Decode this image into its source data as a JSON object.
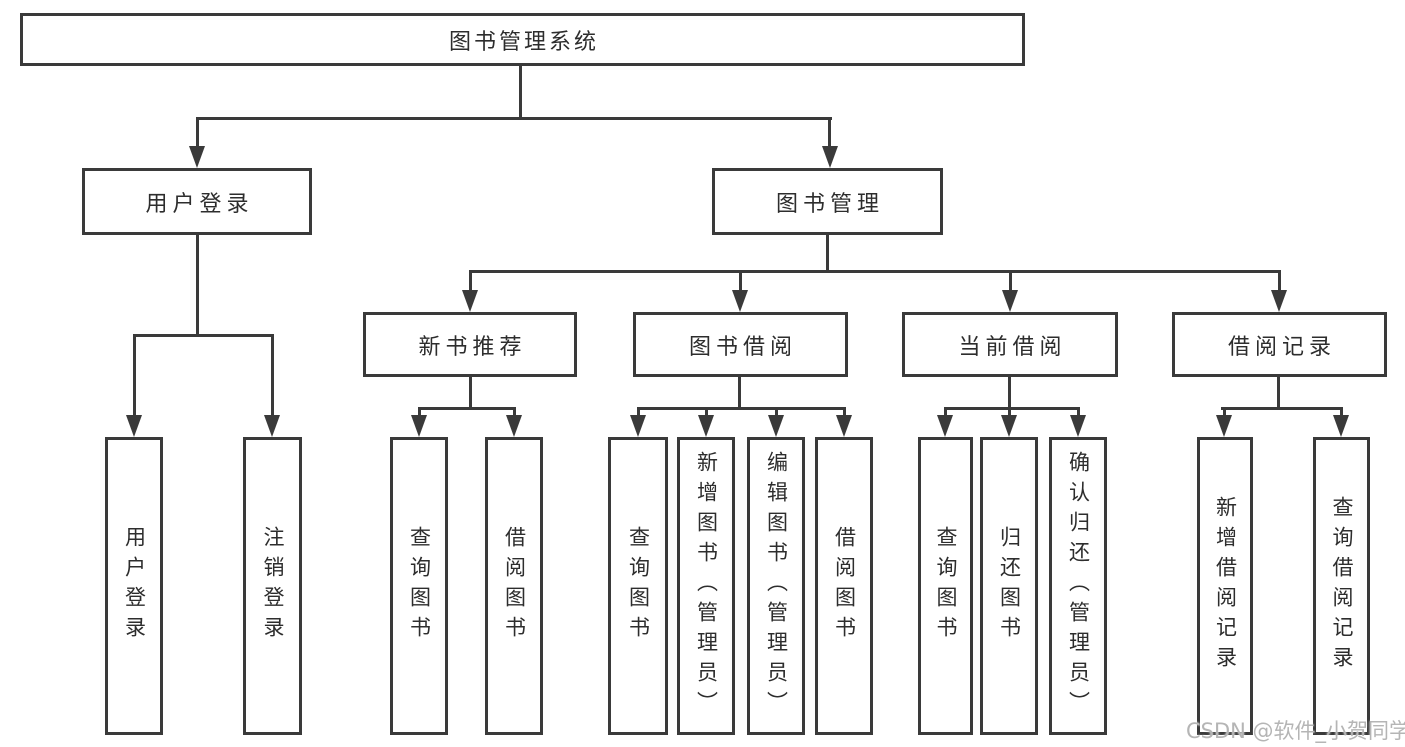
{
  "tree": {
    "label": "图书管理系统",
    "children": [
      {
        "label": "用户登录",
        "children": [
          {
            "label": "用户登录"
          },
          {
            "label": "注销登录"
          }
        ]
      },
      {
        "label": "图书管理",
        "children": [
          {
            "label": "新书推荐",
            "children": [
              {
                "label": "查询图书"
              },
              {
                "label": "借阅图书"
              }
            ]
          },
          {
            "label": "图书借阅",
            "children": [
              {
                "label": "查询图书"
              },
              {
                "label": "新增图书（管理员）"
              },
              {
                "label": "编辑图书（管理员）"
              },
              {
                "label": "借阅图书"
              }
            ]
          },
          {
            "label": "当前借阅",
            "children": [
              {
                "label": "查询图书"
              },
              {
                "label": "归还图书"
              },
              {
                "label": "确认归还（管理员）"
              }
            ]
          },
          {
            "label": "借阅记录",
            "children": [
              {
                "label": "新增借阅记录"
              },
              {
                "label": "查询借阅记录"
              }
            ]
          }
        ]
      }
    ]
  },
  "watermark": "CSDN @软件_小贺同学",
  "colors": {
    "line": "#3a3a3a",
    "text": "#2d2d2d",
    "background": "#ffffff",
    "watermark": "#b5b5b5"
  }
}
